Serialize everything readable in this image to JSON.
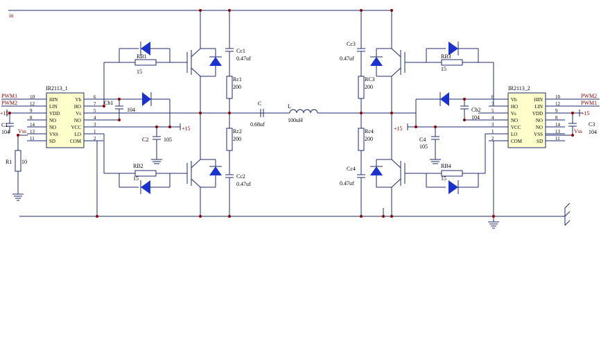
{
  "in_label": "in",
  "left_chip": {
    "name": "IR2113_1",
    "left_pins": [
      {
        "num": "10",
        "name": "HIN"
      },
      {
        "num": "12",
        "name": "LIN"
      },
      {
        "num": "9",
        "name": "VDD"
      },
      {
        "num": "8",
        "name": "NO"
      },
      {
        "num": "14",
        "name": "NO"
      },
      {
        "num": "13",
        "name": "VSS"
      },
      {
        "num": "11",
        "name": "SD"
      }
    ],
    "right_pins": [
      {
        "num": "6",
        "name": "Vb"
      },
      {
        "num": "7",
        "name": "HO"
      },
      {
        "num": "5",
        "name": "Vs"
      },
      {
        "num": "4",
        "name": "NO"
      },
      {
        "num": "3",
        "name": "VCC"
      },
      {
        "num": "1",
        "name": "LO"
      },
      {
        "num": "2",
        "name": "COM"
      }
    ]
  },
  "right_chip": {
    "name": "IR2113_2",
    "left_pins": [
      {
        "num": "6",
        "name": "Vb"
      },
      {
        "num": "7",
        "name": "HO"
      },
      {
        "num": "5",
        "name": "Vs"
      },
      {
        "num": "4",
        "name": "NO"
      },
      {
        "num": "3",
        "name": "VCC"
      },
      {
        "num": "1",
        "name": "LO"
      },
      {
        "num": "2",
        "name": "COM"
      }
    ],
    "right_pins": [
      {
        "num": "10",
        "name": "HIN"
      },
      {
        "num": "12",
        "name": "LIN"
      },
      {
        "num": "9",
        "name": "VDD"
      },
      {
        "num": "8",
        "name": "NO"
      },
      {
        "num": "14",
        "name": "NO"
      },
      {
        "num": "13",
        "name": "VSS"
      },
      {
        "num": "11",
        "name": "SD"
      }
    ]
  },
  "signals": {
    "pwm1": "PWM1",
    "pwm2": "PWM2",
    "plus15": "+15",
    "vss": "Vss"
  },
  "components": {
    "c1_name": "C1",
    "c1_value": "104",
    "r1_name": "R1",
    "r1_value": "10",
    "cb1_name": "Cb1",
    "cb1_value": "104",
    "c2_name": "C2",
    "c2_value": "105",
    "rb1_name": "RB1",
    "rb1_value": "15",
    "rb2_name": "RB2",
    "rb2_value": "15",
    "cc1_name": "Cc1",
    "cc1_value": "0.47uf",
    "cc2_name": "Cc2",
    "cc2_value": "0.47uf",
    "rc1_name": "Rc1",
    "rc1_value": "200",
    "rc2_name": "Rc2",
    "rc2_value": "200",
    "c_name": "C",
    "c_value": "0.68uf",
    "l_name": "L",
    "l_value": "100uH",
    "cc3_name": "Cc3",
    "cc3_value": "0.47uf",
    "cc4_name": "Cc4",
    "cc4_value": "0.47uf",
    "rc3_name": "RC3",
    "rc3_value": "200",
    "rc4_name": "Rc4",
    "rc4_value": "200",
    "rb3_name": "RB3",
    "rb3_value": "15",
    "rb4_name": "RB4",
    "rb4_value": "15",
    "cb2_name": "Cb2",
    "cb2_value": "104",
    "c4_name": "C4",
    "c4_value": "105",
    "c3_name": "C3",
    "c3_value": "104"
  }
}
